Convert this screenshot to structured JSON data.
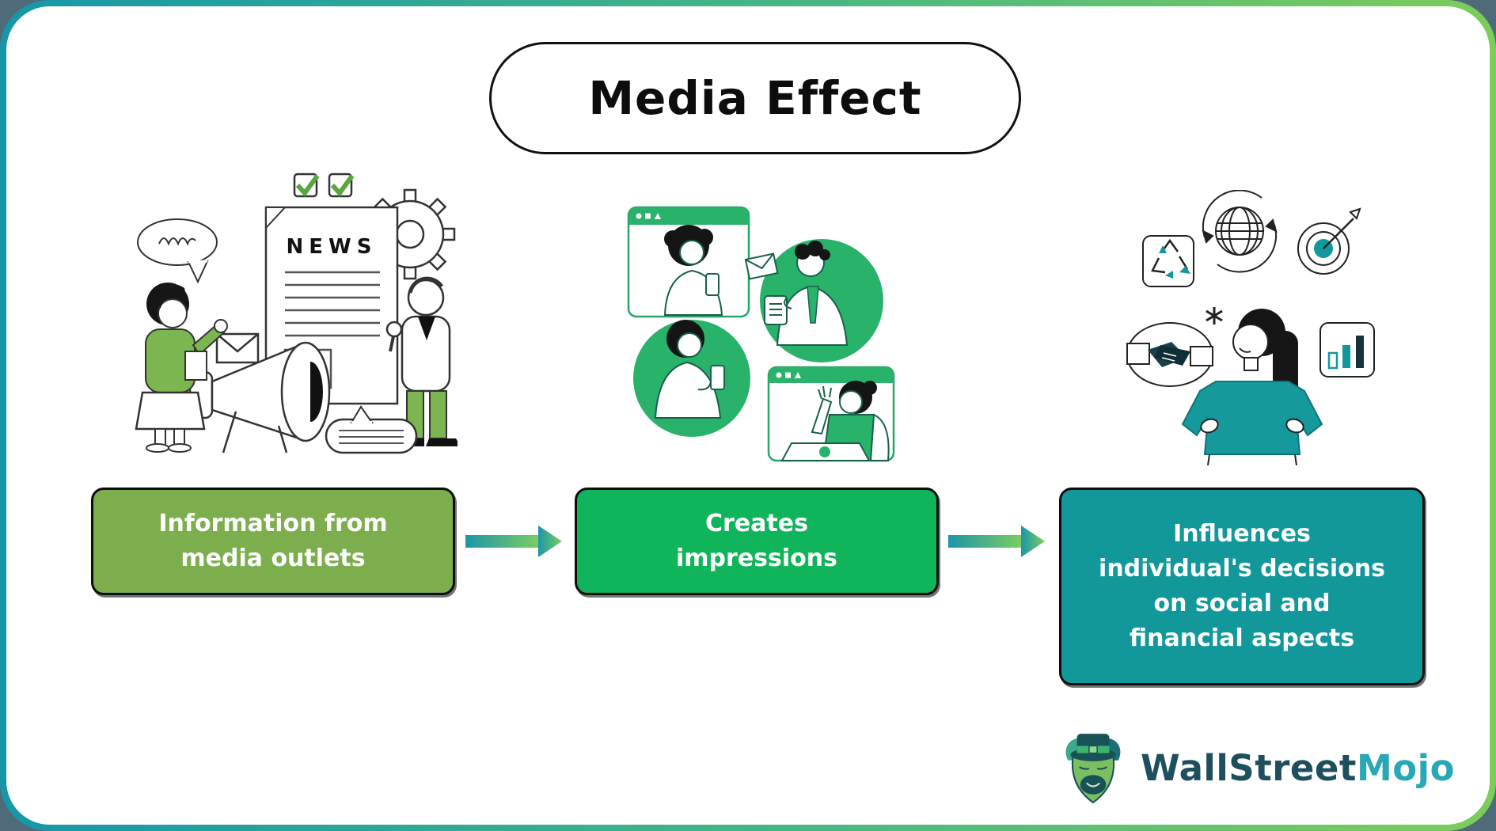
{
  "canvas": {
    "outside_background": "#4f6a78",
    "card_background": "#ffffff",
    "border_gradient_left": "#1697a8",
    "border_gradient_right": "#7ccd5a"
  },
  "title": {
    "label": "Media Effect",
    "text_color": "#0d0d0d"
  },
  "flow": {
    "boxes": [
      {
        "id": "step-1",
        "label": "Information from media outlets",
        "lines": [
          "Information from",
          "media outlets"
        ],
        "fill": "#7cae4d",
        "text_color": "#ffffff",
        "border_color": "#0d0d0d"
      },
      {
        "id": "step-2",
        "label": "Creates impressions",
        "lines": [
          "Creates",
          "impressions"
        ],
        "fill": "#10b45b",
        "text_color": "#ffffff",
        "border_color": "#0d0d0d"
      },
      {
        "id": "step-3",
        "label": "Influences individual's decisions on social and financial aspects",
        "lines": [
          "Influences",
          "individual's decisions",
          "on social and",
          "financial aspects"
        ],
        "fill": "#12989b",
        "text_color": "#ffffff",
        "border_color": "#0d0d0d"
      }
    ],
    "arrow_gradient": {
      "from": "#1e96a8",
      "to": "#7acd62"
    }
  },
  "illustrations": {
    "left": {
      "name": "news-media-announcement",
      "news_label": "NEWS",
      "accent_color": "#7cb650",
      "check_color": "#59a53f",
      "icons": [
        "speech-bubble-icon",
        "checkmark-icon",
        "gear-icon",
        "news-document-icon",
        "envelope-icon",
        "megaphone-icon",
        "microphone-icon",
        "reporter-figure",
        "announcer-figure"
      ]
    },
    "middle": {
      "name": "people-sharing-online",
      "accent_color": "#29b36a",
      "icons": [
        "browser-window-icon",
        "smartphone-icon",
        "envelope-icon",
        "laptop-icon",
        "person-figure"
      ]
    },
    "right": {
      "name": "woman-with-decision-icons",
      "accent_color": "#12989b",
      "icons": [
        "globe-icon",
        "target-icon",
        "recycle-icon",
        "handshake-icon",
        "bar-chart-icon",
        "asterisk-icon",
        "woman-figure"
      ]
    }
  },
  "logo": {
    "brand_part1": "WallStreet",
    "brand_part2": "Mojo",
    "part1_color": "#1d4f5e",
    "part2_color": "#28a7b5",
    "icon": "bull-mascot-icon"
  }
}
